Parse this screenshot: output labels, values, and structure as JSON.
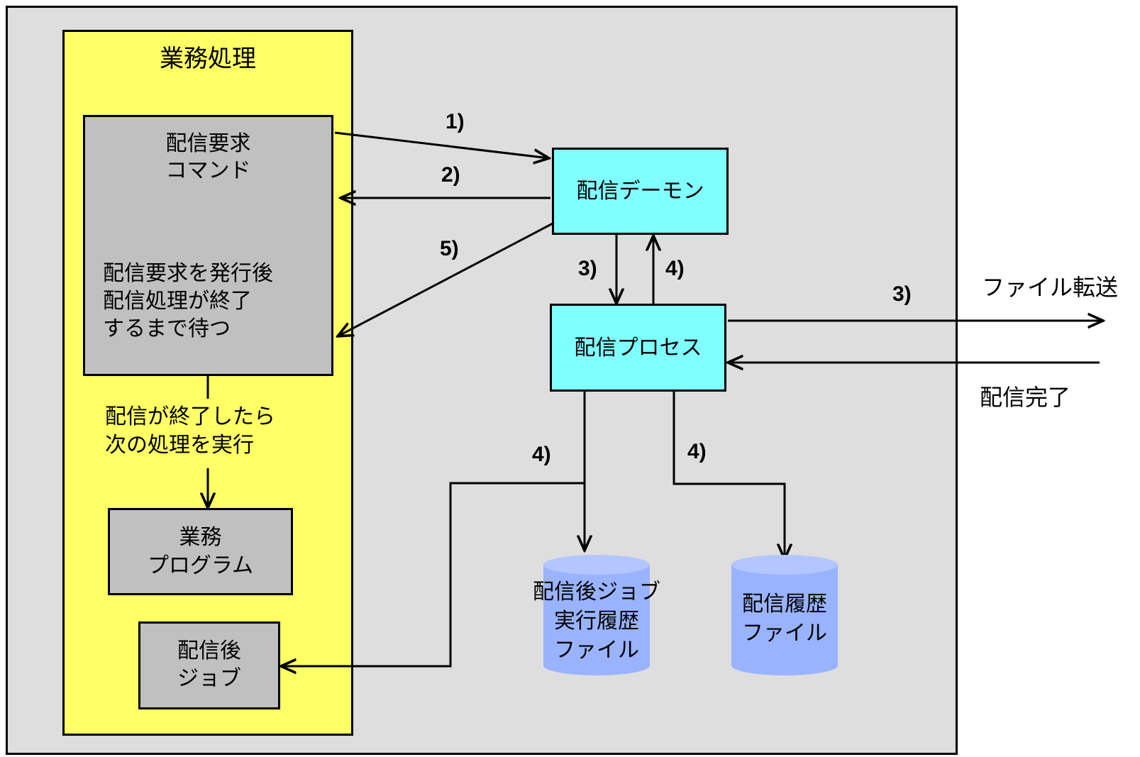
{
  "gyomu_title": "業務処理",
  "request_box": {
    "title_line1": "配信要求",
    "title_line2": "コマンド",
    "desc_line1": "配信要求を発行後",
    "desc_line2": "配信処理が終了",
    "desc_line3": "するまで待つ"
  },
  "after_note": {
    "line1": "配信が終了したら",
    "line2": "次の処理を実行"
  },
  "program_box": {
    "line1": "業務",
    "line2": "プログラム"
  },
  "postjob_box": {
    "line1": "配信後",
    "line2": "ジョブ"
  },
  "daemon_label": "配信デーモン",
  "process_label": "配信プロセス",
  "cylinder_postjob": {
    "line1": "配信後ジョブ",
    "line2": "実行履歴",
    "line3": "ファイル"
  },
  "cylinder_history": {
    "line1": "配信履歴",
    "line2": "ファイル"
  },
  "file_transfer_label": "ファイル転送",
  "delivery_complete_label": "配信完了",
  "steps": {
    "s1": "1)",
    "s2": "2)",
    "s5": "5)",
    "s3_down": "3)",
    "s4_up": "4)",
    "s3_right": "3)",
    "s4_left": "4)",
    "s4_right": "4)"
  },
  "colors": {
    "panel": "#dedede",
    "business_area": "#ffff66",
    "command_box": "#c0c0c0",
    "daemon_process": "#80ffff",
    "cylinder": "#99b3ff"
  }
}
